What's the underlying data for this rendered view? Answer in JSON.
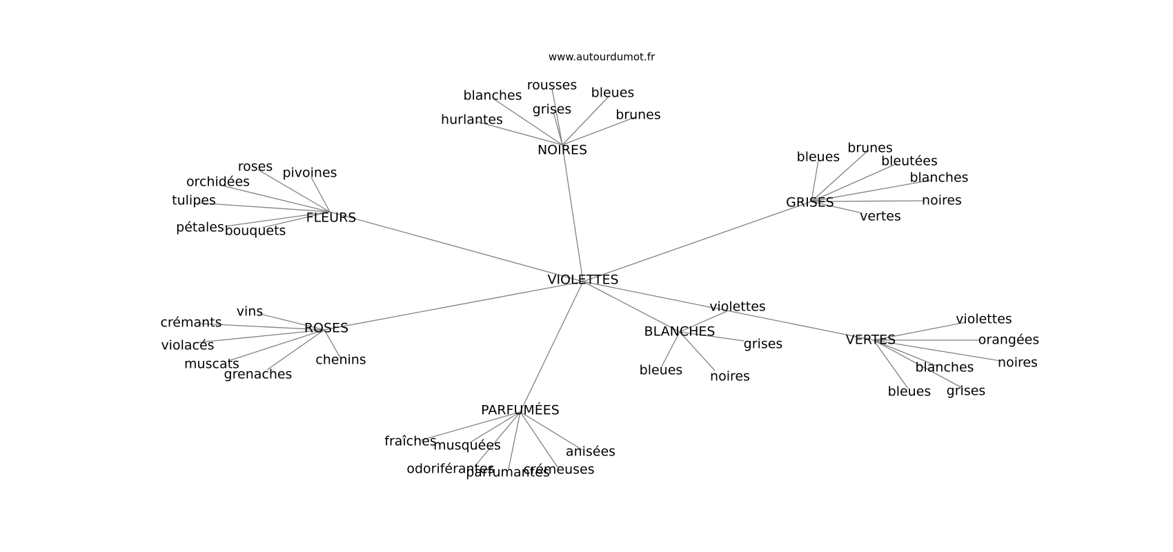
{
  "caption": "www.autourdumot.fr",
  "center": "VIOLETTES",
  "clusters": [
    {
      "hub": "NOIRES",
      "words": [
        "blanches",
        "rousses",
        "bleues",
        "grises",
        "hurlantes",
        "brunes"
      ]
    },
    {
      "hub": "FLEURS",
      "words": [
        "roses",
        "pivoines",
        "orchidées",
        "tulipes",
        "pétales",
        "bouquets"
      ]
    },
    {
      "hub": "GRISES",
      "words": [
        "bleues",
        "brunes",
        "bleutées",
        "blanches",
        "noires",
        "vertes"
      ]
    },
    {
      "hub": "ROSES",
      "words": [
        "vins",
        "crémants",
        "violacés",
        "muscats",
        "grenaches",
        "chenins"
      ]
    },
    {
      "hub": "BLANCHES",
      "words": [
        "violettes",
        "grises",
        "bleues",
        "noires"
      ]
    },
    {
      "hub": "VERTES",
      "words": [
        "violettes",
        "orangées",
        "noires",
        "blanches",
        "bleues",
        "grises"
      ]
    },
    {
      "hub": "PARFUMÉES",
      "words": [
        "fraîches",
        "musquées",
        "anisées",
        "odoriférantes",
        "parfumantes",
        "crémeuses"
      ]
    }
  ]
}
